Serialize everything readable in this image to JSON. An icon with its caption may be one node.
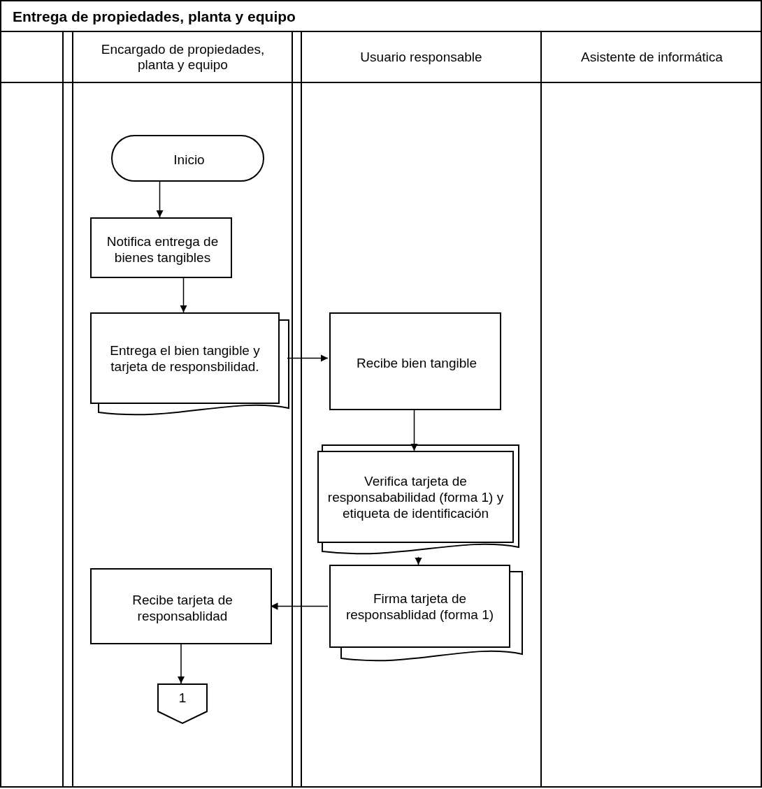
{
  "diagram": {
    "title": "Entrega de propiedades, planta y equipo",
    "nodes": [
      {
        "text": [
          "Encargado de propiedades, planta y equipo"
        ]
      },
      {
        "text": [
          "Usuario responsable"
        ]
      },
      {
        "text": [
          "Asistente de informática"
        ]
      },
      {
        "text": [
          "Inicio"
        ],
        "in": 0
      },
      {
        "text": [
          "Notifica entrega de bienes tangibles"
        ],
        "in": 0
      },
      {
        "text": [
          "Entrega el bien tangible y tarjeta de responsbilidad."
        ],
        "in": 0
      },
      {
        "text": [
          "Recibe bien tangible"
        ],
        "in": 1
      },
      {
        "text": [
          "Verifica tarjeta de responsababilidad (forma 1) y etiqueta de identificación"
        ],
        "in": 1
      },
      {
        "text": [
          "Firma tarjeta de responsablidad (forma 1)"
        ],
        "in": 1
      },
      {
        "text": [
          "Recibe tarjeta de responsablidad"
        ],
        "in": 0
      },
      {
        "text": [
          "1"
        ],
        "in": 0
      }
    ],
    "edges": [
      {
        "from": 3,
        "to": 4,
        "arrow": "to"
      },
      {
        "from": 4,
        "to": 5,
        "arrow": "to"
      },
      {
        "from": 5,
        "to": 6,
        "arrow": "to"
      },
      {
        "from": 6,
        "to": 7,
        "arrow": "to"
      },
      {
        "from": 7,
        "to": 8,
        "arrow": "to"
      },
      {
        "from": 8,
        "to": 9,
        "arrow": "to"
      },
      {
        "from": 9,
        "to": 10,
        "arrow": "to"
      }
    ]
  }
}
